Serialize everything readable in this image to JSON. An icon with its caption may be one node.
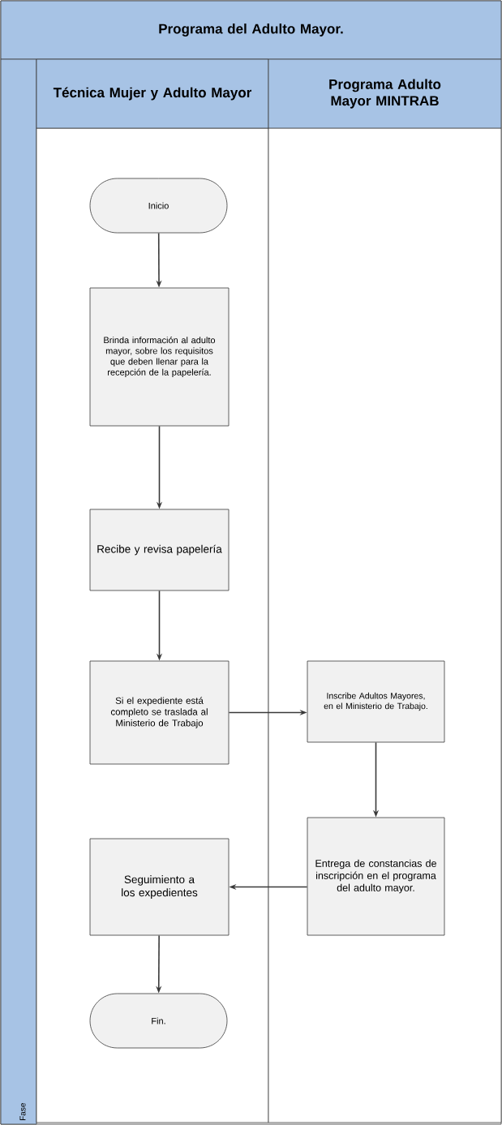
{
  "diagram": {
    "nodes": [
      {
        "text": [
          "Programa del Adulto Mayor."
        ]
      },
      {
        "text": [
          "Fase"
        ],
        "in": 0
      },
      {
        "text": [
          "Técnica Mujer y Adulto Mayor"
        ],
        "in": 0
      },
      {
        "text": [
          "Programa Adulto Mayor MINTRAB"
        ],
        "in": 0
      },
      {
        "text": [
          "Inicio"
        ],
        "in": 2
      },
      {
        "text": [
          "Brinda información al adulto mayor, sobre los requisitos que deben llenar para la recepción de la papelería."
        ],
        "in": 2
      },
      {
        "text": [
          "Recibe y revisa papelería"
        ],
        "in": 2
      },
      {
        "text": [
          "Si el expediente está completo se traslada al Ministerio de Trabajo"
        ],
        "in": 2
      },
      {
        "text": [
          "Inscribe Adultos Mayores, en el Ministerio de Trabajo."
        ],
        "in": 3
      },
      {
        "text": [
          "Entrega de constancias de inscripción en el programa del adulto mayor."
        ],
        "in": 3
      },
      {
        "text": [
          "Seguimiento a los expedientes"
        ],
        "in": 2
      },
      {
        "text": [
          "Fin."
        ],
        "in": 2
      }
    ],
    "edges": [
      {
        "from": 4,
        "to": 5,
        "arrow": "to"
      },
      {
        "from": 5,
        "to": 6,
        "arrow": "to"
      },
      {
        "from": 6,
        "to": 7,
        "arrow": "to"
      },
      {
        "from": 7,
        "to": 8,
        "arrow": "to"
      },
      {
        "from": 8,
        "to": 9,
        "arrow": "to"
      },
      {
        "from": 9,
        "to": 10,
        "arrow": "to"
      },
      {
        "from": 10,
        "to": 11,
        "arrow": "to"
      }
    ]
  }
}
